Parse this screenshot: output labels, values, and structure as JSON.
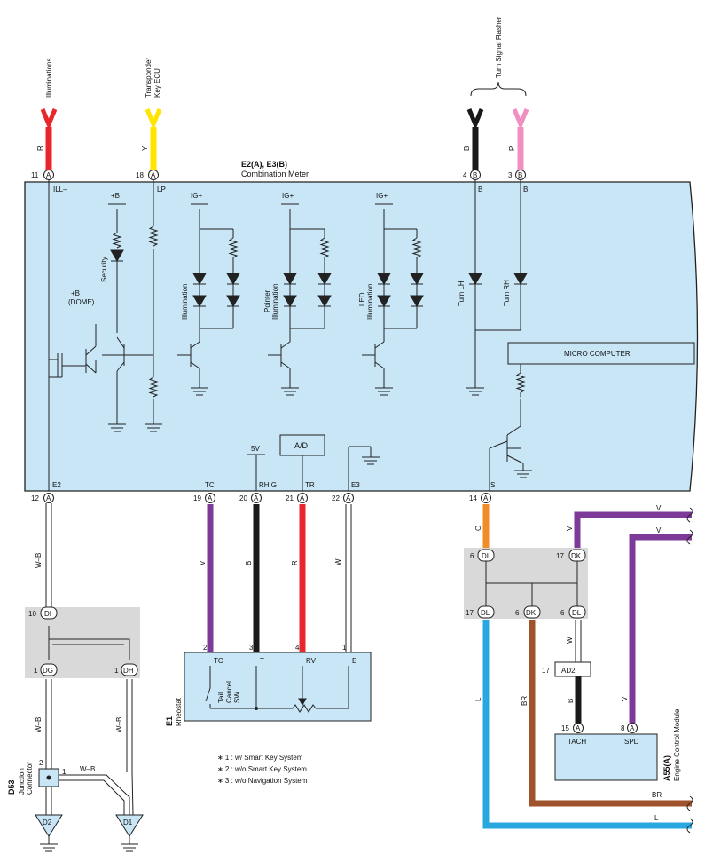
{
  "meter": {
    "title": "E2(A), E3(B)",
    "subtitle": "Combination Meter",
    "micro": "MICRO COMPUTER",
    "ad": "A/D",
    "fivev": "5V",
    "igplus": "IG+",
    "plusb": "+B",
    "plusb_dome": "+B",
    "dome": "(DOME)"
  },
  "top_inputs": [
    {
      "dest": "Illuminations",
      "color": "R",
      "pin": "11",
      "conn": "A",
      "label": "ILL–",
      "hex": "#e8262b"
    },
    {
      "dest": "Transponder",
      "dest2": "Key ECU",
      "color": "Y",
      "pin": "18",
      "conn": "A",
      "label": "LP",
      "hex": "#ffe500"
    },
    {
      "color": "B",
      "pin": "4",
      "conn": "B",
      "label": "B",
      "hex": "#1a1a1a"
    },
    {
      "color": "P",
      "pin": "3",
      "conn": "B",
      "label": "B",
      "hex": "#f08fc0"
    }
  ],
  "turn_signal_flasher": "Turn Signal Flasher",
  "leds": {
    "security": "Security",
    "illumination": "Illumination",
    "pointer1": "Pointer",
    "pointer2": "Illumination",
    "led1": "LED",
    "led2": "Illumination",
    "turn_lh": "Turn LH",
    "turn_rh": "Turn RH"
  },
  "bottom_pins": [
    {
      "pin": "12",
      "conn": "A",
      "label": "E2"
    },
    {
      "pin": "19",
      "conn": "A",
      "label": "TC"
    },
    {
      "pin": "20",
      "conn": "A",
      "label": "RHIG"
    },
    {
      "pin": "21",
      "conn": "A",
      "label": "TR"
    },
    {
      "pin": "22",
      "conn": "A",
      "label": "E3"
    },
    {
      "pin": "14",
      "conn": "A",
      "label": "S"
    }
  ],
  "wire_colors": {
    "wb": "W–B",
    "v": "V",
    "b": "B",
    "r": "R",
    "w": "W",
    "o": "O",
    "l": "L",
    "br": "BR"
  },
  "colors": {
    "meter_fill": "#c8e6f6",
    "junction_fill": "#d9d9d9",
    "v": "#7d3a98",
    "r": "#e8262b",
    "b": "#1a1a1a",
    "o": "#f28c28",
    "l": "#29a8e0",
    "br": "#a0522d"
  },
  "junction_left": {
    "top_pin": "10",
    "top_conn": "DI",
    "p1": "1",
    "c1": "DG",
    "p2": "1",
    "c2": "DH"
  },
  "junction_right": {
    "p1": "6",
    "c1": "DI",
    "p2": "17",
    "c2": "DK",
    "p3": "17",
    "c3": "DL",
    "p4": "6",
    "c4": "DK",
    "p5": "6",
    "c5": "DL"
  },
  "rheostat": {
    "id": "E1",
    "name": "Rheostat",
    "pin2": "2",
    "pin3": "3",
    "pin4": "4",
    "pin1": "1",
    "tc": "TC",
    "t": "T",
    "rv": "RV",
    "e": "E",
    "sw1": "Tail",
    "sw2": "Cancel",
    "sw3": "SW"
  },
  "d53": {
    "id": "D53",
    "name1": "Junction",
    "name2": "Connector",
    "pin2": "2",
    "pin1": "1"
  },
  "grounds": {
    "d2": "D2",
    "d1": "D1"
  },
  "notes": [
    "∗ 1 : w/ Smart Key System",
    "∗ 2 : w/o Smart Key System",
    "∗ 3 : w/o Navigation System"
  ],
  "ecm": {
    "id": "A55(A)",
    "name": "Engine Control Module",
    "ad2_pin": "17",
    "ad2": "AD2",
    "tach_pin": "15",
    "tach_conn": "A",
    "tach": "TACH",
    "spd_pin": "8",
    "spd_conn": "A",
    "spd": "SPD"
  }
}
